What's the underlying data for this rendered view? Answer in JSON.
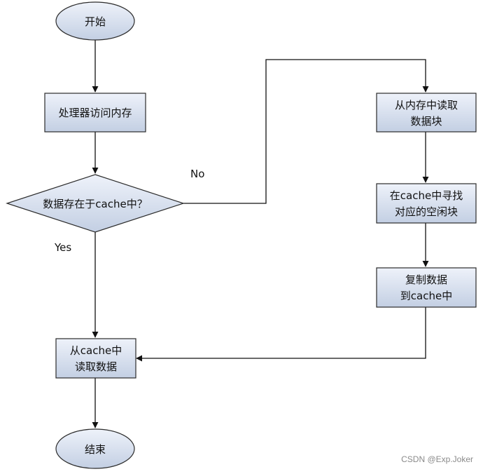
{
  "diagram": {
    "nodes": {
      "start": {
        "lines": [
          "开始"
        ]
      },
      "access": {
        "lines": [
          "处理器访问内存"
        ]
      },
      "decision": {
        "lines": [
          "数据存在于cache中？"
        ]
      },
      "read_cache": {
        "lines": [
          "从cache中",
          "读取数据"
        ]
      },
      "end": {
        "lines": [
          "结束"
        ]
      },
      "read_mem": {
        "lines": [
          "从内存中读取",
          "数据块"
        ]
      },
      "find_free": {
        "lines": [
          "在cache中寻找",
          "对应的空闲块"
        ]
      },
      "copy": {
        "lines": [
          "复制数据",
          "到cache中"
        ]
      }
    },
    "edge_labels": {
      "no": "No",
      "yes": "Yes"
    }
  },
  "watermark": "CSDN @Exp.Joker",
  "colors": {
    "box_fill_top": "#eef2fa",
    "box_fill_bottom": "#c3cfe3",
    "stroke": "#2b2b2b"
  }
}
